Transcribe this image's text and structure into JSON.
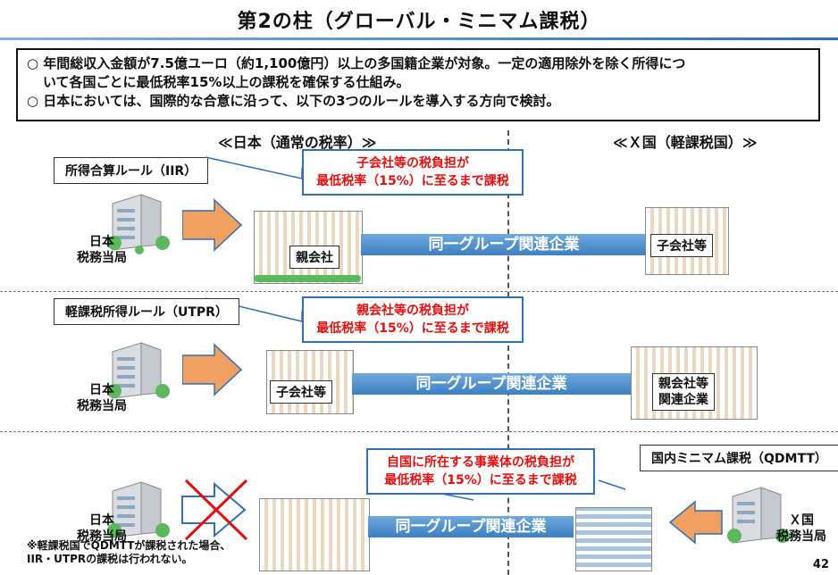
{
  "title": "第2の柱（グローバル・ミニマム課税）",
  "summary": {
    "bullet1_line1": "○  年間総収入金額が7.5億ユーロ（約1,100億円）以上の多国籍企業が対象。一定の適用除外を除く所得につ",
    "bullet1_line2": "いて各国ごとに最低税率15%以上の課税を確保する仕組み。",
    "bullet2": "○  日本においては、国際的な合意に沿って、以下の3つのルールを導入する方向で検討。"
  },
  "headers": {
    "japan": "≪日本（通常の税率）≫",
    "x": "≪Ｘ国（軽課税国）≫"
  },
  "rows": [
    {
      "rule_label": "所得合算ルール（IIR）",
      "callout_l1": "子会社等の税負担が",
      "callout_l2": "最低税率（15%）に至るまで課税",
      "authority_l1": "日本",
      "authority_l2": "税務当局",
      "left_entity": "親会社",
      "bar": "同一グループ関連企業",
      "right_entity": "子会社等"
    },
    {
      "rule_label": "軽課税所得ルール（UTPR）",
      "callout_l1": "親会社等の税負担が",
      "callout_l2": "最低税率（15%）に至るまで課税",
      "authority_l1": "日本",
      "authority_l2": "税務当局",
      "left_entity": "子会社等",
      "bar": "同一グループ関連企業",
      "right_entity_l1": "親会社等",
      "right_entity_l2": "関連企業"
    },
    {
      "rule_label": "国内ミニマム課税（QDMTT）",
      "callout_l1": "自国に所在する事業体の税負担が",
      "callout_l2": "最低税率（15%）に至るまで課税",
      "authority_l1": "日本",
      "authority_l2": "税務当局",
      "bar": "同一グループ関連企業",
      "x_authority_l1": "Ｘ国",
      "x_authority_l2": "税務当局",
      "note_l1": "※軽課税国でQDMTTが課税された場合、",
      "note_l2": "IIR・UTPRの課税は行われない。"
    }
  ],
  "page_number": "42",
  "colors": {
    "callout_text": "#e01010",
    "callout_border": "#2f6fb5",
    "arrow": "#f0a060",
    "bar": "#4a8ccc"
  }
}
